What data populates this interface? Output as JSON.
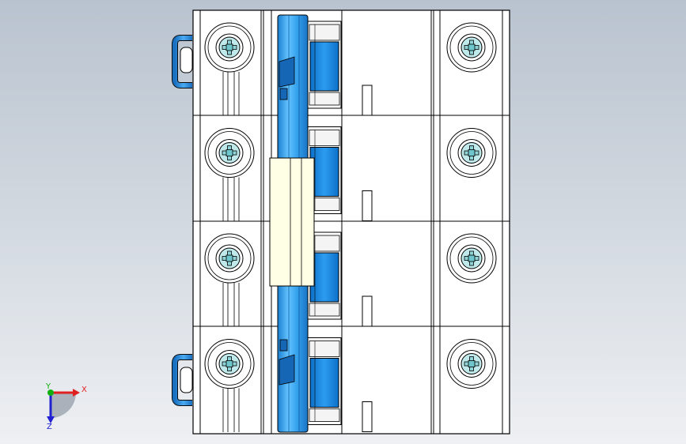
{
  "view": {
    "background_top": "#b9c3cf",
    "background_bottom": "#eef0f3"
  },
  "model": {
    "body_color": "#ffffff",
    "edge_color": "#000000",
    "terminal_screw_color": "#bfe9ea",
    "handle_color": "#39a9ee",
    "indicator_color": "#0f80d8",
    "label_color": "#ffffe6",
    "din_clip_color": "#2b86d2",
    "pole_count": 4
  },
  "triad": {
    "x_label": "X",
    "y_label": "Y",
    "z_label": "Z",
    "x_color": "#e02020",
    "y_color": "#10b010",
    "z_color": "#2020d0"
  }
}
